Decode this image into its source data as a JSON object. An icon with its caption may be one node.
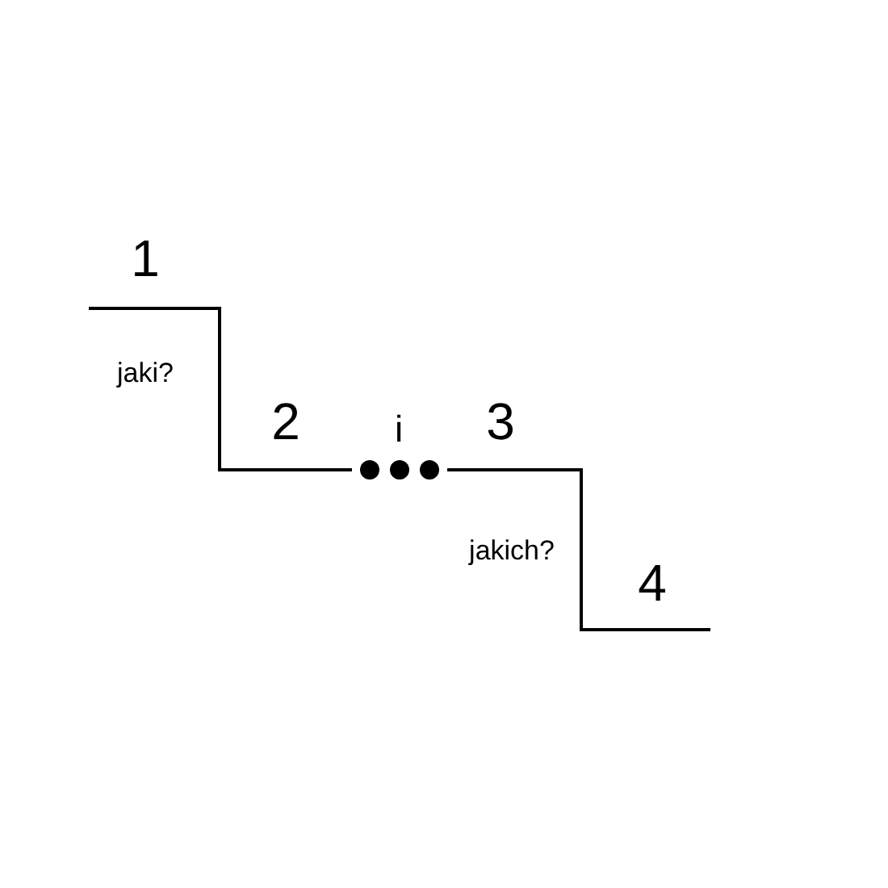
{
  "diagram": {
    "labels": [
      "1",
      "jaki?",
      "2",
      "i",
      "3",
      "jakich?",
      "4"
    ]
  }
}
